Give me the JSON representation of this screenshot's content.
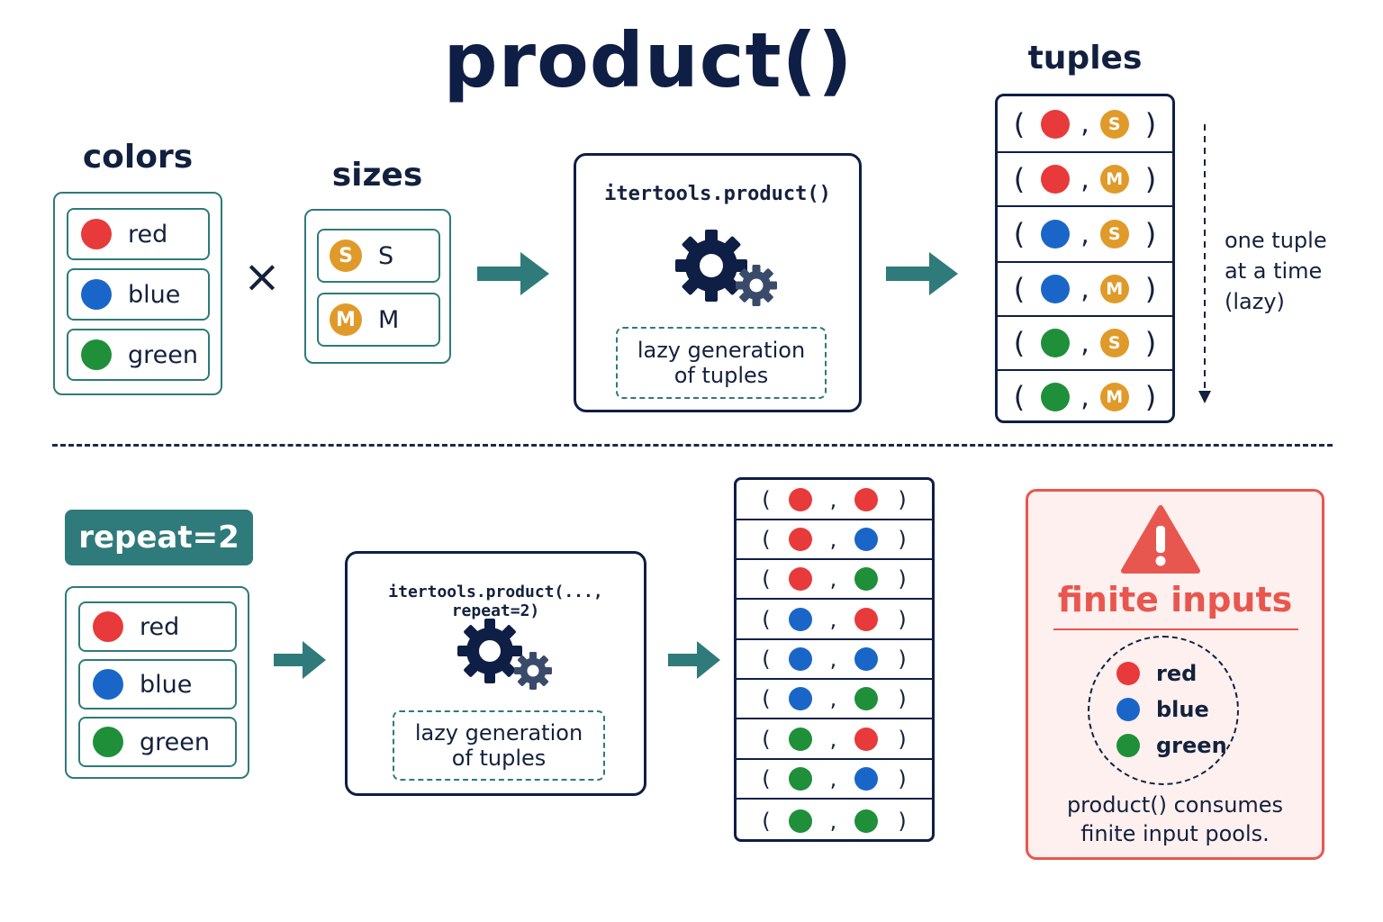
{
  "title": "product()",
  "colors": {
    "red": "#e83a3a",
    "blue": "#1a66c8",
    "green": "#1f8f3a",
    "orange": "#e09a2a",
    "teal": "#2f7a7a",
    "navy": "#0f1e45",
    "warn": "#e8574f"
  },
  "top": {
    "colors_heading": "colors",
    "colors_items": [
      {
        "label": "red",
        "color": "red"
      },
      {
        "label": "blue",
        "color": "blue"
      },
      {
        "label": "green",
        "color": "green"
      }
    ],
    "times_symbol": "×",
    "sizes_heading": "sizes",
    "sizes_items": [
      {
        "badge": "S",
        "label": "S"
      },
      {
        "badge": "M",
        "label": "M"
      }
    ],
    "process_title": "itertools.product()",
    "lazy_line1": "lazy generation",
    "lazy_line2": "of tuples",
    "tuples_heading": "tuples",
    "tuples": [
      {
        "color": "red",
        "size": "S"
      },
      {
        "color": "red",
        "size": "M"
      },
      {
        "color": "blue",
        "size": "S"
      },
      {
        "color": "blue",
        "size": "M"
      },
      {
        "color": "green",
        "size": "S"
      },
      {
        "color": "green",
        "size": "M"
      }
    ],
    "note_line1": "one tuple",
    "note_line2": "at a time",
    "note_line3": "(lazy)"
  },
  "bottom": {
    "repeat_label": "repeat=2",
    "items": [
      {
        "label": "red",
        "color": "red"
      },
      {
        "label": "blue",
        "color": "blue"
      },
      {
        "label": "green",
        "color": "green"
      }
    ],
    "process_title": "itertools.product(..., repeat=2)",
    "lazy_line1": "lazy generation",
    "lazy_line2": "of tuples",
    "pairs": [
      [
        "red",
        "red"
      ],
      [
        "red",
        "blue"
      ],
      [
        "red",
        "green"
      ],
      [
        "blue",
        "red"
      ],
      [
        "blue",
        "blue"
      ],
      [
        "blue",
        "green"
      ],
      [
        "green",
        "red"
      ],
      [
        "green",
        "blue"
      ],
      [
        "green",
        "green"
      ]
    ]
  },
  "warning": {
    "icon": "warning-triangle-icon",
    "heading": "finite inputs",
    "items": [
      {
        "label": "red",
        "color": "red"
      },
      {
        "label": "blue",
        "color": "blue"
      },
      {
        "label": "green",
        "color": "green"
      }
    ],
    "caption_line1": "product() consumes",
    "caption_line2": "finite input pools."
  }
}
